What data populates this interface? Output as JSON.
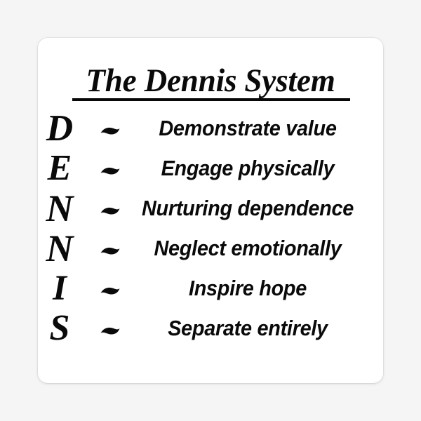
{
  "background": {
    "color": "#f5f5f5"
  },
  "card": {
    "color": "#ffffff",
    "corner_radius": "14px"
  },
  "header": {
    "title": "The Dennis System",
    "rule": true
  },
  "list": {
    "separator": "-",
    "items": [
      {
        "letter": "D",
        "phrase": "Demonstrate value"
      },
      {
        "letter": "E",
        "phrase": "Engage physically"
      },
      {
        "letter": "N",
        "phrase": "Nurturing dependence"
      },
      {
        "letter": "N",
        "phrase": "Neglect emotionally"
      },
      {
        "letter": "I",
        "phrase": "Inspire hope"
      },
      {
        "letter": "S",
        "phrase": "Separate entirely"
      }
    ]
  },
  "colors": {
    "ink": "#0a0a0a",
    "paper": "#ffffff",
    "backdrop": "#f5f5f5"
  }
}
